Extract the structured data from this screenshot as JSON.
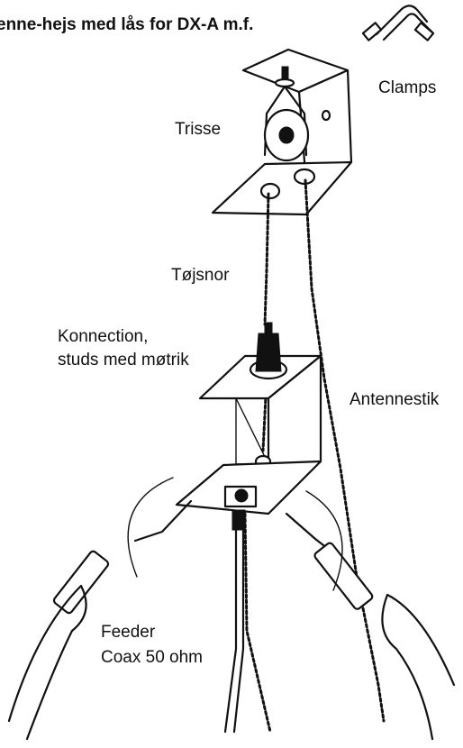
{
  "title": "enne-hejs med lås for DX-A m.f.",
  "labels": {
    "clamps": "Clamps",
    "trisse": "Trisse",
    "tojsnor": "Tøjsnor",
    "konnection_line1": "Konnection,",
    "konnection_line2": "studs med møtrik",
    "antennestik": "Antennestik",
    "feeder_line1": "Feeder",
    "feeder_line2": "Coax 50 ohm"
  }
}
